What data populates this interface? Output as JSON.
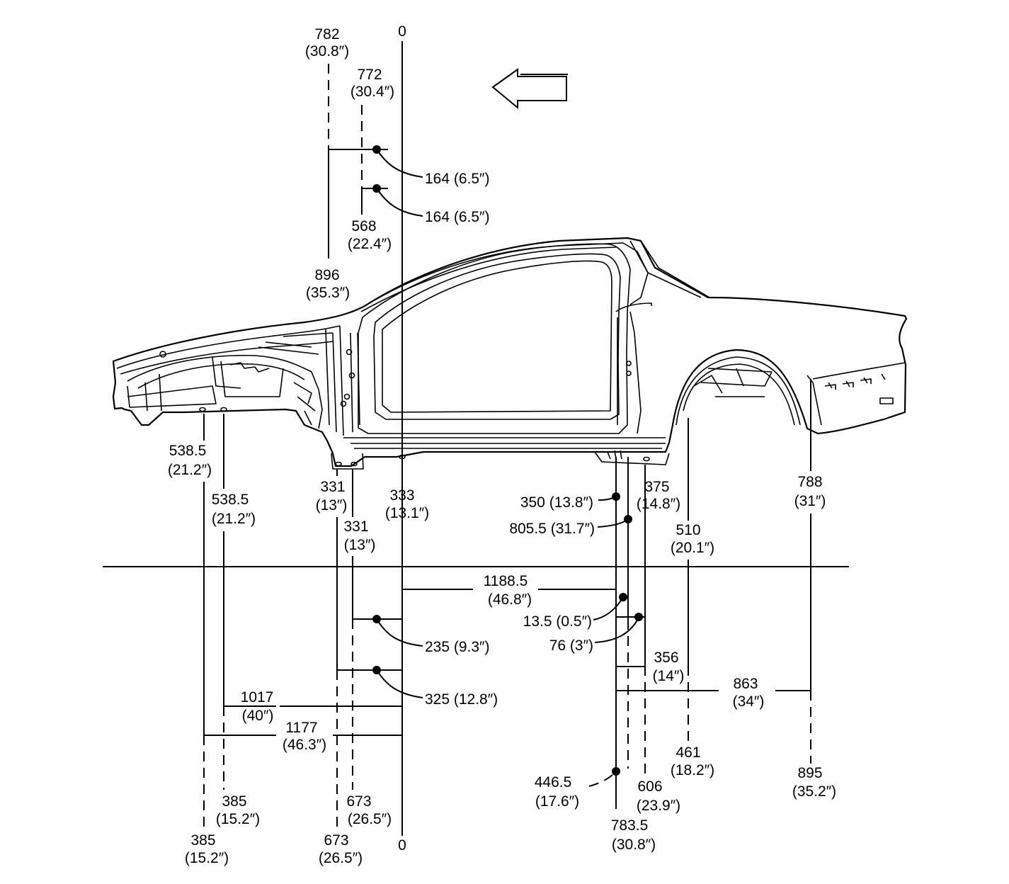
{
  "labels": {
    "top_zero": "0",
    "bottom_zero": "0",
    "d782_mm": "782",
    "d782_in": "(30.8″)",
    "d772_mm": "772",
    "d772_in": "(30.4″)",
    "d164a": "164 (6.5″)",
    "d164b": "164 (6.5″)",
    "d568_mm": "568",
    "d568_in": "(22.4″)",
    "d896_mm": "896",
    "d896_in": "(35.3″)",
    "d5385a_mm": "538.5",
    "d5385a_in": "(21.2″)",
    "d5385b_mm": "538.5",
    "d5385b_in": "(21.2″)",
    "d331a_mm": "331",
    "d331a_in": "(13″)",
    "d331b_mm": "331",
    "d331b_in": "(13″)",
    "d333_mm": "333",
    "d333_in": "(13.1″)",
    "d350": "350 (13.8″)",
    "d8055": "805.5 (31.7″)",
    "d375_mm": "375",
    "d375_in": "(14.8″)",
    "d510_mm": "510",
    "d510_in": "(20.1″)",
    "d788_mm": "788",
    "d788_in": "(31″)",
    "d11885_mm": "1188.5",
    "d11885_in": "(46.8″)",
    "d135": "13.5 (0.5″)",
    "d76": "76 (3″)",
    "d235": "235 (9.3″)",
    "d325": "325 (12.8″)",
    "d356_mm": "356",
    "d356_in": "(14″)",
    "d863_mm": "863",
    "d863_in": "(34″)",
    "d1017_mm": "1017",
    "d1017_in": "(40″)",
    "d1177_mm": "1177",
    "d1177_in": "(46.3″)",
    "d461_mm": "461",
    "d461_in": "(18.2″)",
    "d895_mm": "895",
    "d895_in": "(35.2″)",
    "d4465_mm": "446.5",
    "d4465_in": "(17.6″)",
    "d606_mm": "606",
    "d606_in": "(23.9″)",
    "d7835_mm": "783.5",
    "d7835_in": "(30.8″)",
    "d385a_mm": "385",
    "d385a_in": "(15.2″)",
    "d385b_mm": "385",
    "d385b_in": "(15.2″)",
    "d673a_mm": "673",
    "d673a_in": "(26.5″)",
    "d673b_mm": "673",
    "d673b_in": "(26.5″)"
  },
  "icons": {
    "direction_arrow": "front-direction-arrow-icon",
    "measure_point": "measurement-point-dot-icon"
  }
}
